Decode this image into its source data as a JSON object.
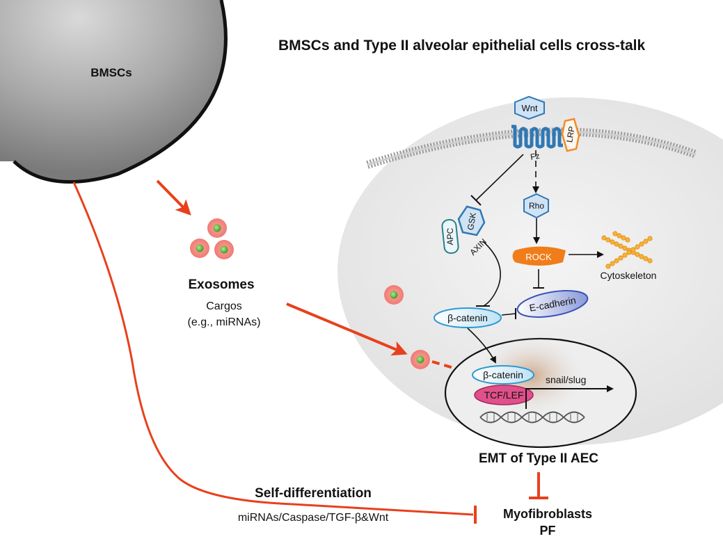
{
  "title": "BMSCs and Type II alveolar epithelial cells cross-talk",
  "labels": {
    "bmscs": "BMSCs",
    "exosomes": "Exosomes",
    "cargos": "Cargos",
    "cargos_example": "(e.g., miRNAs)",
    "wnt": "Wnt",
    "fz": "Fz",
    "lrp": "LRP",
    "rho": "Rho",
    "gsk": "GSK",
    "apc": "APC",
    "axin": "AXIN",
    "rock": "ROCK",
    "cytoskeleton": "Cytoskeleton",
    "e_cadherin": "E-cadherin",
    "beta_catenin": "β-catenin",
    "beta_catenin_nuclear": "β-catenin",
    "tcf_lef": "TCF/LEF",
    "snail_slug": "snail/slug",
    "emt": "EMT of Type II AEC",
    "self_diff": "Self-differentiation",
    "self_diff_mechanisms": "miRNAs/Caspase/TGF-β&Wnt",
    "myofibroblasts": "Myofibroblasts",
    "pf": "PF"
  },
  "colors": {
    "inhibition_red": "#e8401c",
    "bmsc_gray": "#8c8c8c",
    "cell_gray": "#e6e6e6",
    "receptor_blue": "#2f78b5",
    "lrp_orange": "#f28c28",
    "rock_orange": "#f07d1a",
    "tcf_pink": "#e0508a"
  }
}
